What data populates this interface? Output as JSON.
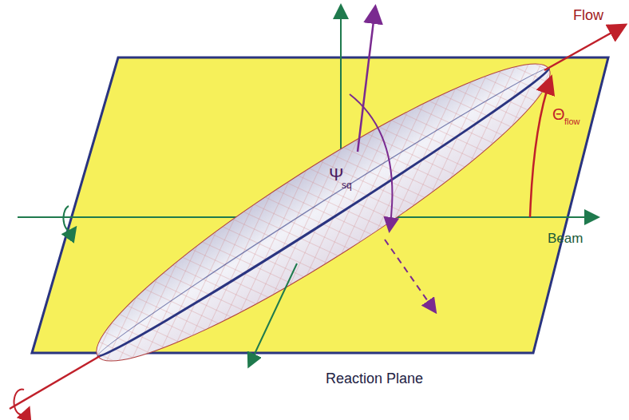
{
  "diagram": {
    "labels": [
      "Flow",
      "Θ",
      "flow",
      "Ψ",
      "sq",
      "Beam",
      "Reaction Plane"
    ]
  }
}
